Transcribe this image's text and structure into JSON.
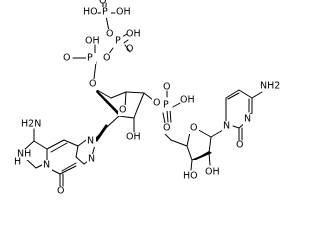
{
  "colors": {
    "background": "#ffffff",
    "ink": "#000000"
  },
  "labels": {
    "p1": "P",
    "p2": "P",
    "p3": "P",
    "p4": "P",
    "oh_p1_left": "HO",
    "oh_p1_right": "OH",
    "o_p1_top": "O",
    "o_p12_bridge": "O",
    "oh_p2": "OH",
    "o_p2_dbl": "O",
    "oh_p3": "OH",
    "o_p3_dbl": "O",
    "o_p23_bridge": "O",
    "o_p3_c5": "O",
    "o_ribose1_ring": "O",
    "o_ribose1_c3": "O",
    "oh_ribose1_c2": "OH",
    "oh_p4": "OH",
    "o_p4_dbl": "O",
    "o_p4_c5": "O",
    "o_ribose2_ring": "O",
    "ho_ribose2_c3": "HO",
    "oh_ribose2_c2": "OH",
    "h2n_guanine": "H2N",
    "nh_guanine": "NH",
    "n_guanine_1": "N",
    "n_guanine_2": "N",
    "n_guanine_3": "N",
    "o_guanine": "O",
    "h_guanine": "H",
    "n_cytosine_ring_1": "N",
    "n_cytosine_ring_2": "N",
    "nh2_cytosine": "NH2",
    "o_cytosine": "O"
  }
}
